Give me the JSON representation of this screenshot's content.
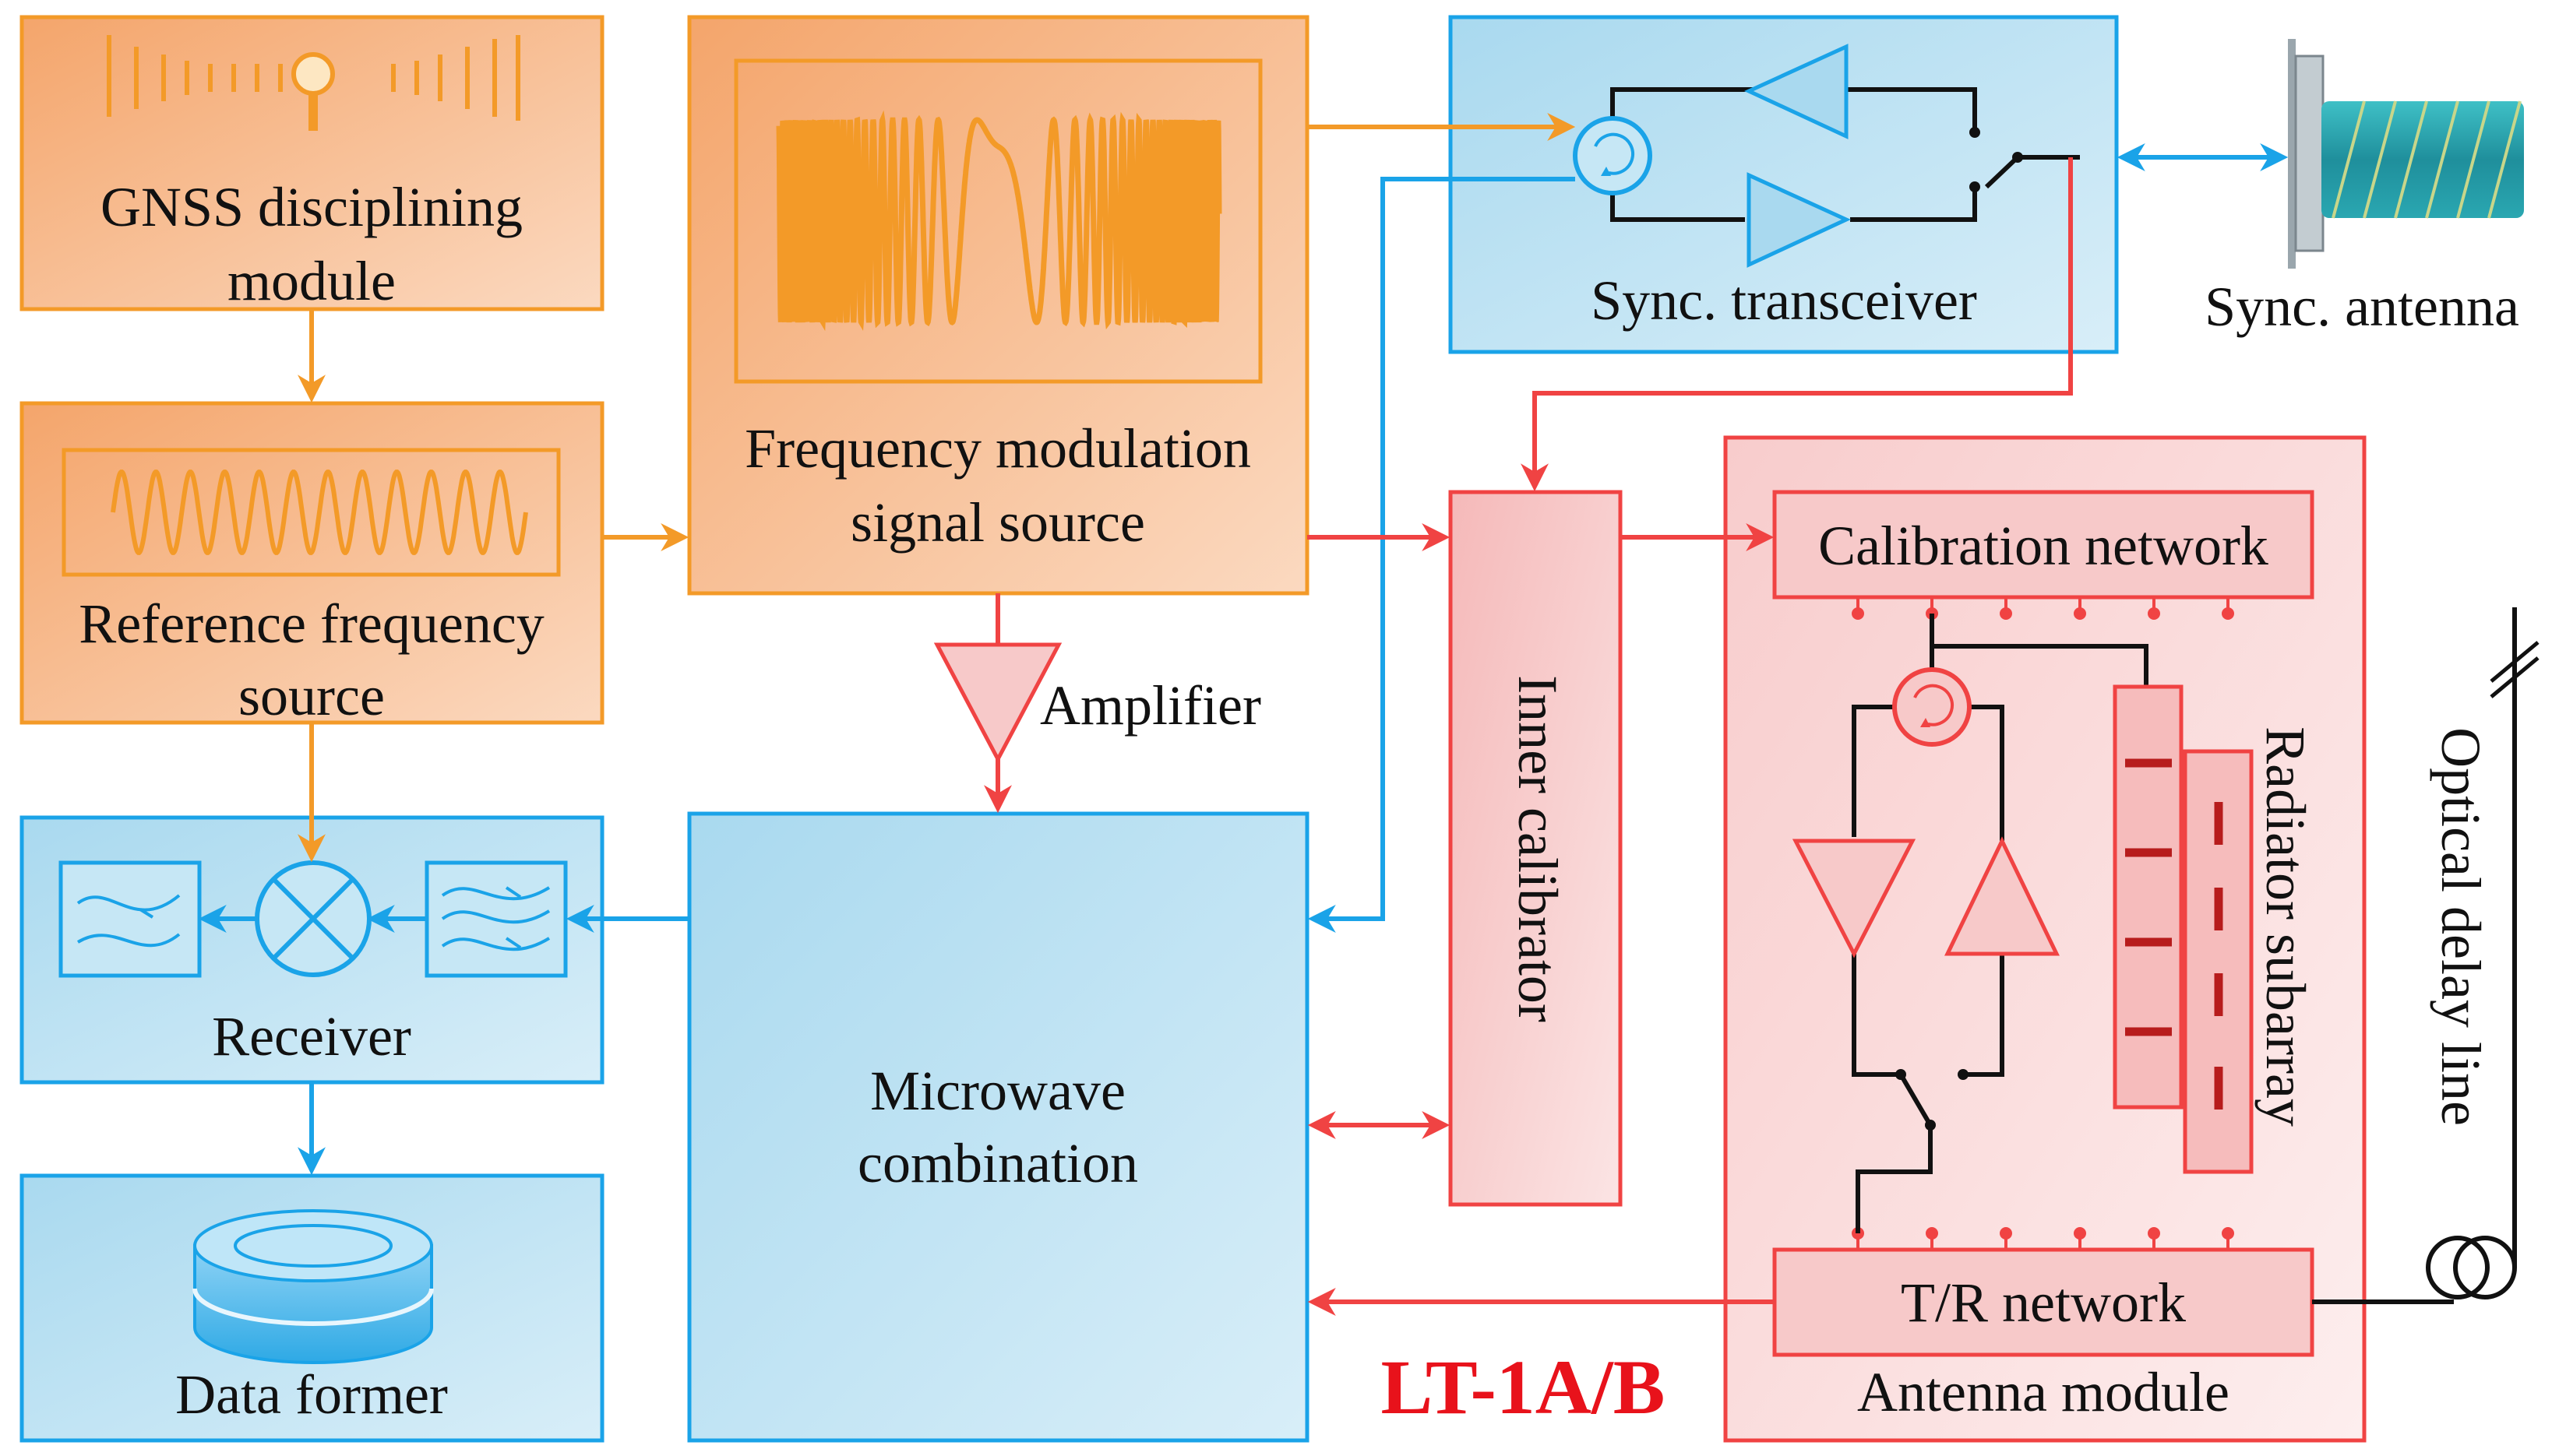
{
  "colors": {
    "orange": "#f39a28",
    "orange_fill": "#f7ba88",
    "blue": "#1aa3e8",
    "blue_fill": "#b4def0",
    "red": "#f04343",
    "red_fill": "#f6c6c6",
    "dark": "#111111",
    "title_red": "#e8121b"
  },
  "blocks": {
    "gnss": {
      "line1": "GNSS disciplining",
      "line2": "module"
    },
    "reference": {
      "line1": "Reference frequency",
      "line2": "source"
    },
    "receiver": {
      "label": "Receiver"
    },
    "data_former": {
      "label": "Data former"
    },
    "fm_source": {
      "line1": "Frequency modulation",
      "line2": "signal source"
    },
    "amplifier": {
      "label": "Amplifier"
    },
    "microwave": {
      "line1": "Microwave",
      "line2": "combination"
    },
    "sync_transceiver": {
      "label": "Sync. transceiver"
    },
    "sync_antenna": {
      "label": "Sync. antenna"
    },
    "inner_calibrator": {
      "label": "Inner calibrator"
    },
    "calibration_network": {
      "label": "Calibration network"
    },
    "radiator_subarray": {
      "label": "Radiator subarray"
    },
    "tr_network": {
      "label": "T/R network"
    },
    "antenna_module": {
      "label": "Antenna module"
    },
    "optical_delay_line": {
      "label": "Optical delay line"
    }
  },
  "title": "LT-1A/B",
  "icons": [
    "gnss-signal-icon",
    "sine-wave-icon",
    "chirp-signal-icon",
    "mixer-icon",
    "filter-icon",
    "database-icon",
    "circulator-icon",
    "amplifier-icon",
    "switch-icon",
    "helical-antenna-icon",
    "optical-coil-icon"
  ]
}
